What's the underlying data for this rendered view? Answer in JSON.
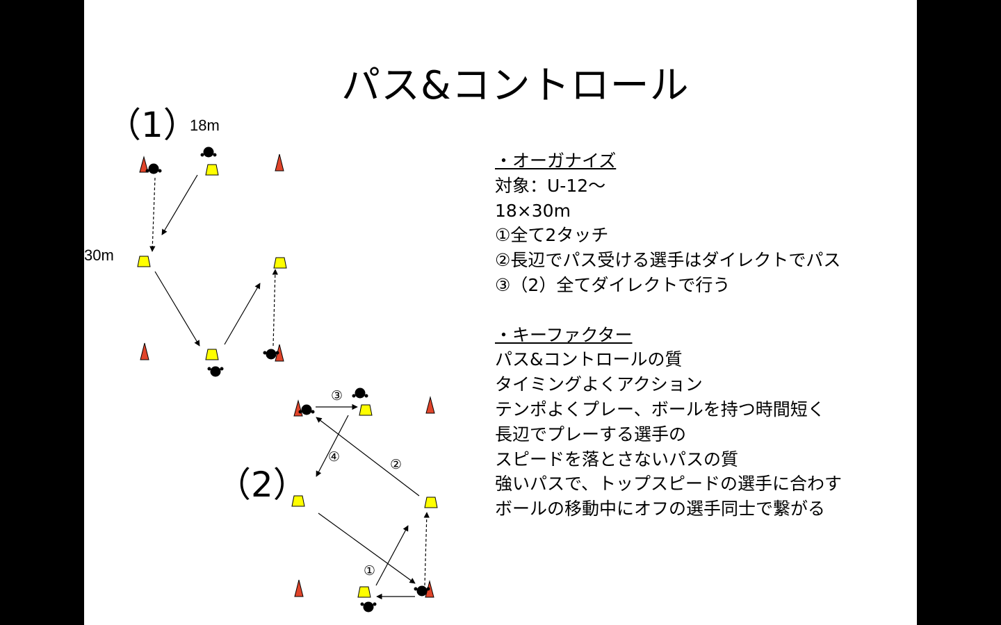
{
  "title": "パス&コントロール",
  "diagram1": {
    "label": "（1）",
    "width_label": "18m",
    "length_label": "30m"
  },
  "diagram2": {
    "label": "（2）",
    "step_labels": [
      "①",
      "②",
      "③",
      "④"
    ]
  },
  "organize": {
    "heading": "・オーガナイズ",
    "lines": [
      "対象：U-12〜",
      "18×30m",
      "①全て2タッチ",
      "②長辺でパス受ける選手はダイレクトでパス",
      "③（2）全てダイレクトで行う"
    ]
  },
  "key_factors": {
    "heading": "・キーファクター",
    "lines": [
      "パス&コントロールの質",
      "タイミングよくアクション",
      "テンポよくプレー、ボールを持つ時間短く",
      "長辺でプレーする選手の",
      "スピードを落とさないパスの質",
      "強いパスで、トップスピードの選手に合わす",
      "ボールの移動中にオフの選手同士で繋がる"
    ]
  },
  "colors": {
    "marker_cone": "#ffff00",
    "corner_cone": "#e0442a",
    "player": "#000000",
    "background": "#ffffff",
    "frame": "#000000"
  }
}
